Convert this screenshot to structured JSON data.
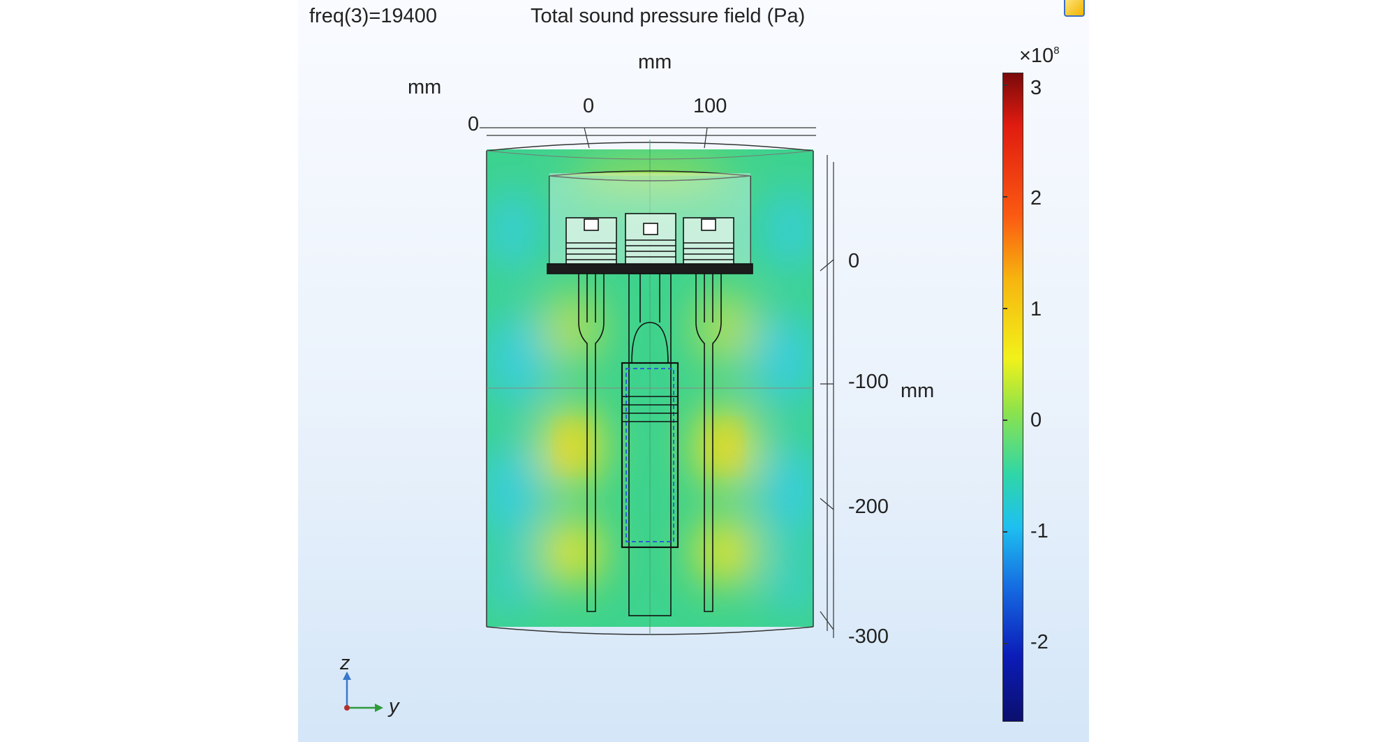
{
  "header": {
    "parameter_label": "freq(3)=19400",
    "plot_title": "Total sound pressure field (Pa)"
  },
  "axes": {
    "top_unit": "mm",
    "left_unit": "mm",
    "right_unit": "mm",
    "top_ticks": [
      "0",
      "100"
    ],
    "left_tick": "0",
    "right_ticks": [
      "0",
      "-100",
      "-200",
      "-300"
    ]
  },
  "colorbar": {
    "multiplier_base": "×10",
    "multiplier_exponent": "8",
    "ticks": [
      "3",
      "2",
      "1",
      "0",
      "-1",
      "-2"
    ],
    "colormap": "rainbow",
    "range": [
      -2.7,
      3.1
    ]
  },
  "triad": {
    "vertical_axis": "z",
    "horizontal_axis": "y"
  },
  "icons": [
    "axis-triad-icon",
    "graphics-toolbar-icon"
  ],
  "colors": {
    "background_top": "#f9fbff",
    "background_bottom": "#d4e6f8",
    "field_base": "#3ed38e",
    "field_high": "#f4e321",
    "field_low": "#36cde8",
    "outline": "#111111",
    "triad_z": "#3a78c9",
    "triad_y": "#2f9a3a"
  }
}
